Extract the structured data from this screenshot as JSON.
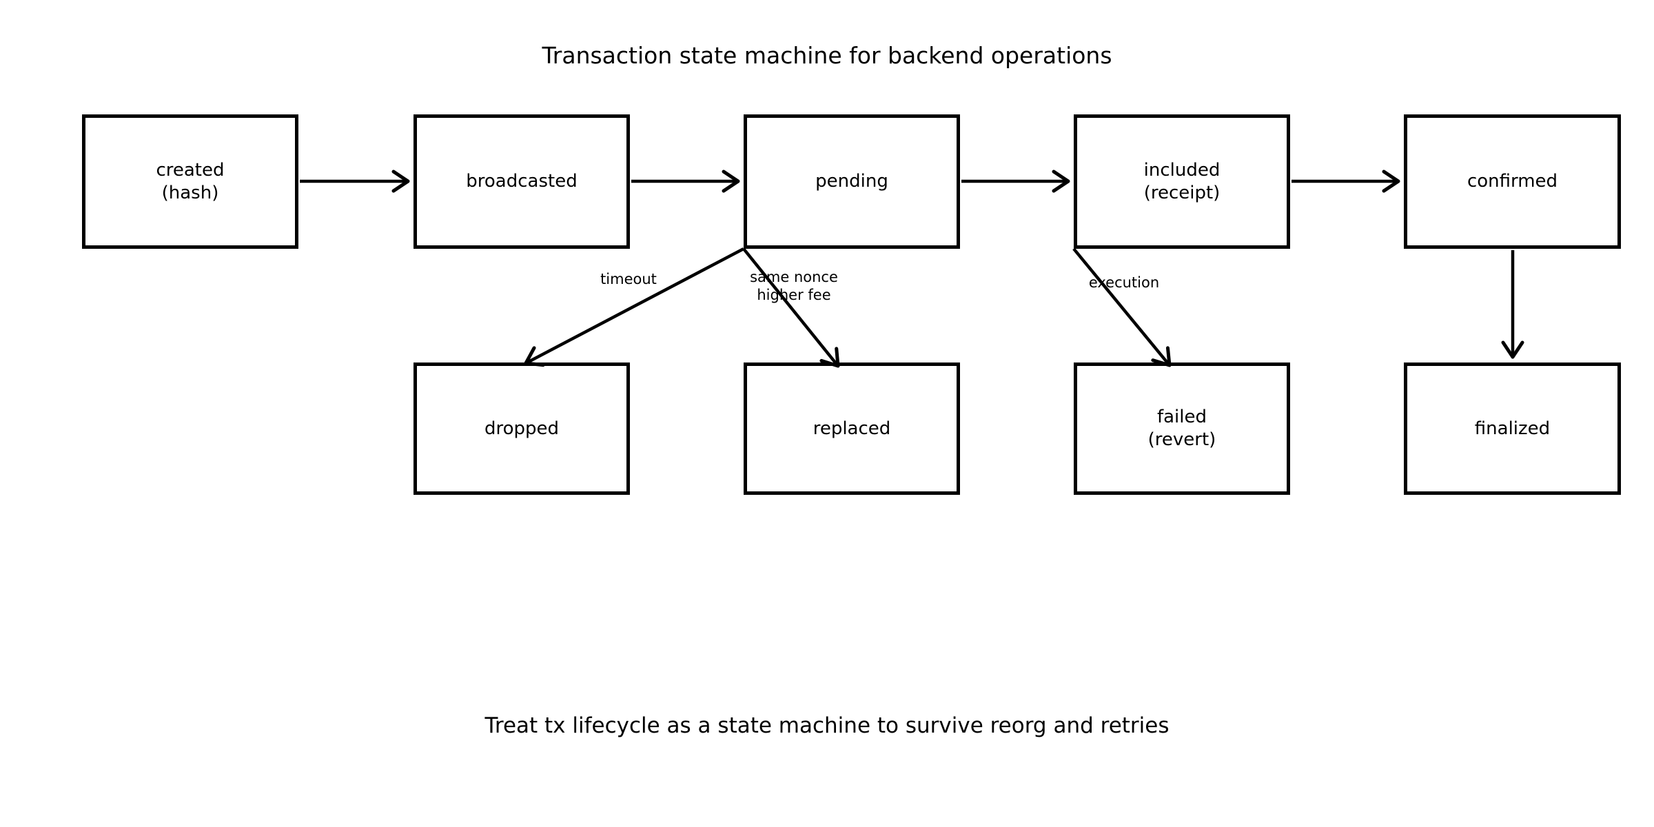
{
  "title": "Transaction state machine for backend operations",
  "caption": "Treat tx lifecycle as a state machine to survive reorg and retries",
  "colors": {
    "ink": "#000000",
    "background": "#ffffff"
  },
  "nodes": {
    "created": {
      "line1": "created",
      "line2": "(hash)"
    },
    "broadcasted": {
      "line1": "broadcasted",
      "line2": ""
    },
    "pending": {
      "line1": "pending",
      "line2": ""
    },
    "included": {
      "line1": "included",
      "line2": "(receipt)"
    },
    "confirmed": {
      "line1": "confirmed",
      "line2": ""
    },
    "dropped": {
      "line1": "dropped",
      "line2": ""
    },
    "replaced": {
      "line1": "replaced",
      "line2": ""
    },
    "failed": {
      "line1": "failed",
      "line2": "(revert)"
    },
    "finalized": {
      "line1": "finalized",
      "line2": ""
    }
  },
  "edge_labels": {
    "timeout": "timeout",
    "same_nonce_line1": "same nonce",
    "same_nonce_line2": "higher fee",
    "execution": "execution"
  }
}
